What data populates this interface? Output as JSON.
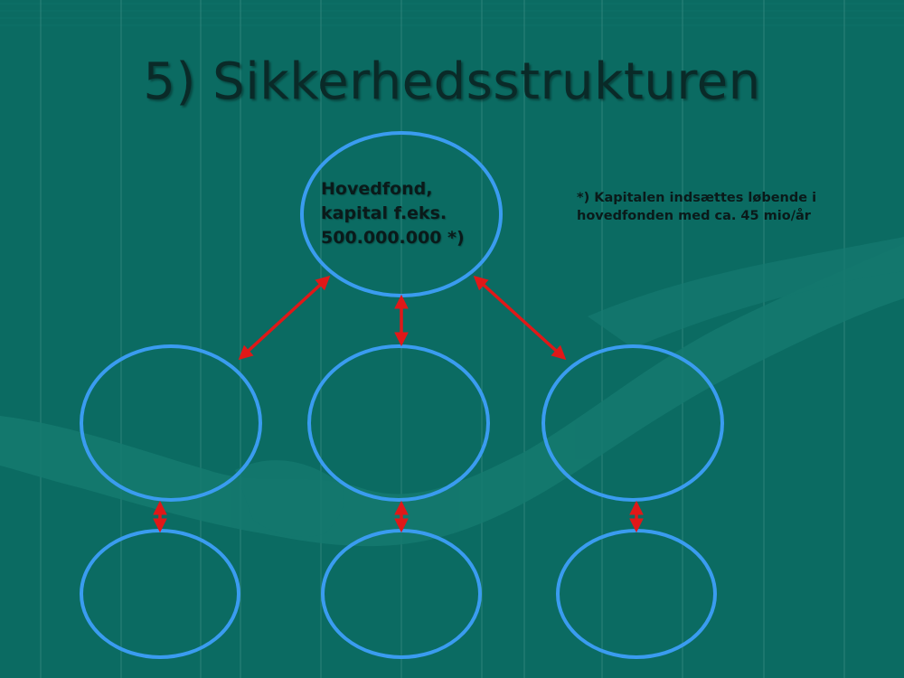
{
  "slide": {
    "title": "5) Sikkerhedsstrukturen",
    "main_node_lines": [
      "Hovedfond,",
      "kapital f.eks.",
      "500.000.000 *)"
    ],
    "footnote_lines": [
      "*) Kapitalen indsættes løbende i",
      "hovedfonden med ca. 45 mio/år"
    ]
  },
  "colors": {
    "background": "#0b6b62",
    "ellipse_stroke": "#3a9cf0",
    "arrow": "#e01818",
    "grid_lines": "#2f8a80"
  }
}
